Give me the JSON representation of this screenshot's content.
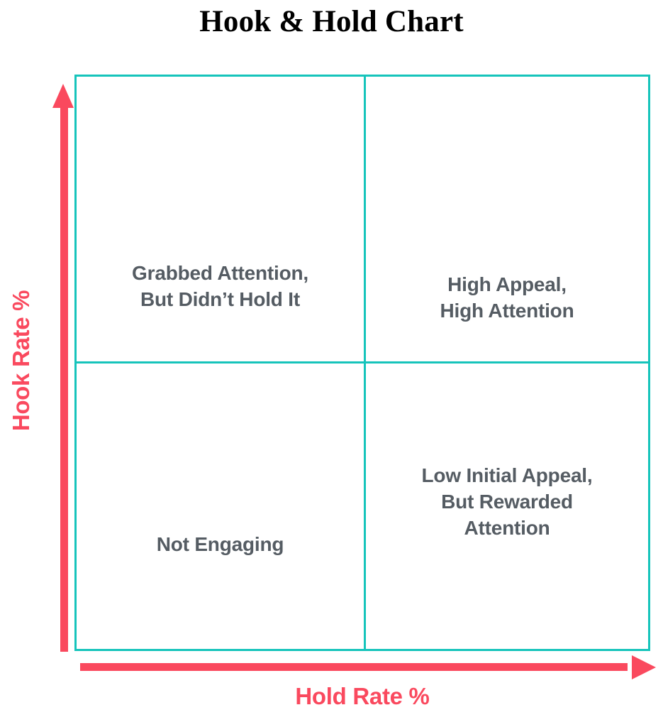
{
  "chart_data": {
    "type": "table",
    "title": "Hook & Hold Chart",
    "xlabel": "Hold Rate %",
    "ylabel": "Hook Rate %",
    "grid": true,
    "legend": "none",
    "axis_style": {
      "x_axis_arrow": "right",
      "y_axis_arrow": "up",
      "axis_color": "#fa495e",
      "grid_color": "#16c4bb",
      "label_color": "#555c63",
      "title_color": "#000000"
    },
    "xlim": [
      0,
      100
    ],
    "ylim": [
      0,
      100
    ],
    "quadrants": [
      {
        "position": "top-left",
        "x_level": "low",
        "y_level": "high",
        "label": "Grabbed Attention,\nBut Didn’t Hold It"
      },
      {
        "position": "top-right",
        "x_level": "high",
        "y_level": "high",
        "label": "High Appeal,\nHigh Attention"
      },
      {
        "position": "bottom-left",
        "x_level": "low",
        "y_level": "low",
        "label": "Not Engaging"
      },
      {
        "position": "bottom-right",
        "x_level": "high",
        "y_level": "low",
        "label": "Low Initial Appeal,\nBut Rewarded\nAttention"
      }
    ]
  },
  "title": "Hook & Hold Chart",
  "axes": {
    "y_label": "Hook Rate %",
    "x_label": "Hold Rate %"
  },
  "quadrant_labels": {
    "top_left": "Grabbed Attention,\nBut Didn’t Hold It",
    "top_right": "High Appeal,\nHigh Attention",
    "bottom_left": "Not Engaging",
    "bottom_right": "Low Initial Appeal,\nBut Rewarded\nAttention"
  },
  "colors": {
    "axis": "#fa495e",
    "grid": "#16c4bb",
    "quadrant_text": "#555c63",
    "title": "#000000",
    "background": "#ffffff"
  }
}
